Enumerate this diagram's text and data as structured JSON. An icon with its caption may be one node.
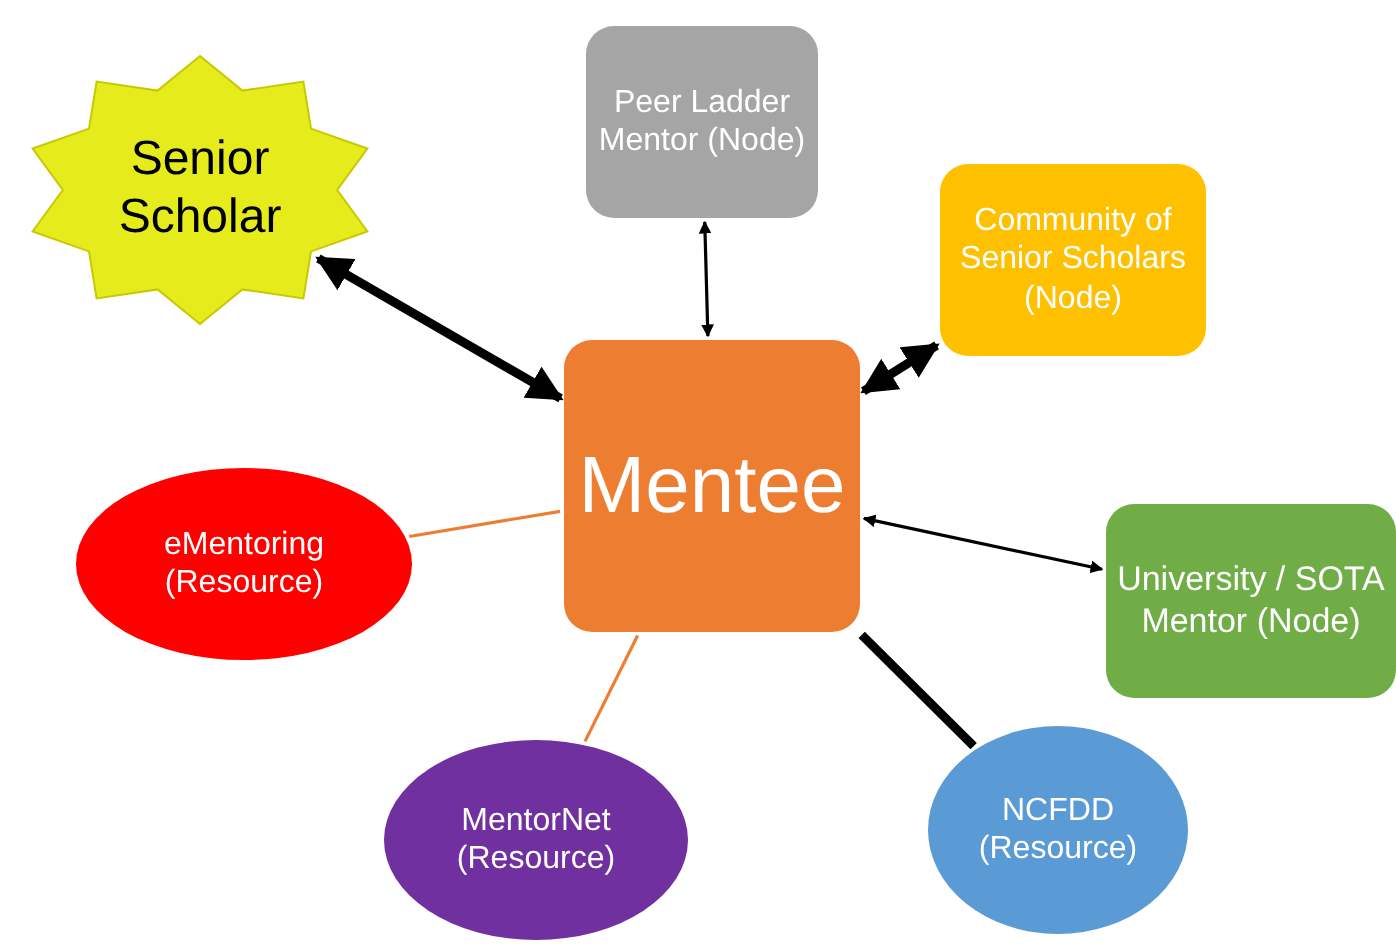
{
  "diagram": {
    "nodes": [
      {
        "text": [
          "Mentee"
        ]
      },
      {
        "text": [
          "Senior Scholar"
        ]
      },
      {
        "text": [
          "Peer Ladder Mentor (Node)"
        ]
      },
      {
        "text": [
          "Community of Senior Scholars (Node)"
        ]
      },
      {
        "text": [
          "University / SOTA Mentor (Node)"
        ]
      },
      {
        "text": [
          "eMentoring (Resource)"
        ]
      },
      {
        "text": [
          "MentorNet (Resource)"
        ]
      },
      {
        "text": [
          "NCFDD (Resource)"
        ]
      }
    ],
    "edges": [
      {
        "from": 1,
        "to": 0,
        "arrow": "both",
        "style": "thick"
      },
      {
        "from": 2,
        "to": 0,
        "arrow": "both"
      },
      {
        "from": 3,
        "to": 0,
        "arrow": "both",
        "style": "thick"
      },
      {
        "from": 4,
        "to": 0,
        "arrow": "both"
      },
      {
        "from": 5,
        "to": 0,
        "arrow": "none",
        "color": "#ed7d31"
      },
      {
        "from": 6,
        "to": 0,
        "arrow": "none",
        "color": "#ed7d31"
      },
      {
        "from": 7,
        "to": 0,
        "arrow": "none",
        "style": "thick"
      }
    ]
  }
}
